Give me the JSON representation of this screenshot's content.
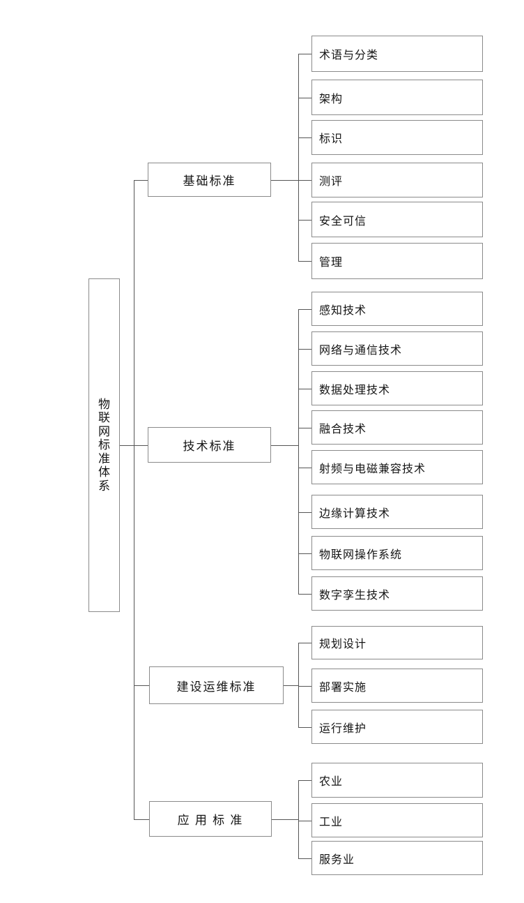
{
  "diagram": {
    "root": "物联网标准体系",
    "groups": [
      {
        "parent": "基础标准",
        "children": [
          "术语与分类",
          "架构",
          "标识",
          "测评",
          "安全可信",
          "管理"
        ]
      },
      {
        "parent": "技术标准",
        "children": [
          "感知技术",
          "网络与通信技术",
          "数据处理技术",
          "融合技术",
          "射频与电磁兼容技术",
          "边缘计算技术",
          "物联网操作系统",
          "数字孪生技术"
        ]
      },
      {
        "parent": "建设运维标准",
        "children": [
          "规划设计",
          "部署实施",
          "运行维护"
        ]
      },
      {
        "parent": "应 用 标 准",
        "children": [
          "农业",
          "工业",
          "服务业"
        ]
      }
    ],
    "colors": {
      "background": "#ffffff",
      "box_border": "#8a8a8a",
      "connector_line": "#555555",
      "text": "#141414"
    }
  }
}
